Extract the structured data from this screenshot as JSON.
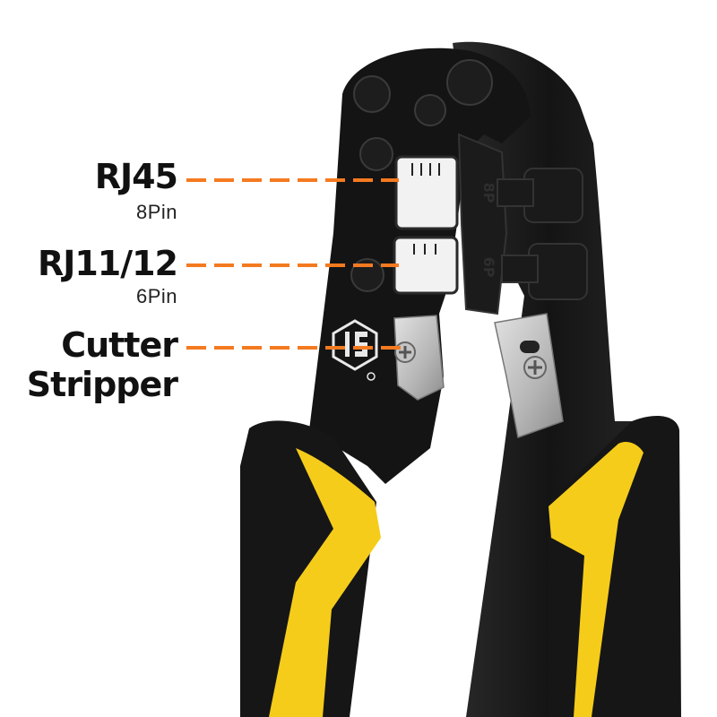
{
  "callouts": [
    {
      "title": "RJ45",
      "subtitle": "8Pin"
    },
    {
      "title": "RJ11/12",
      "subtitle": "6Pin"
    },
    {
      "title": "Cutter",
      "subtitle": "Stripper"
    }
  ],
  "die_marks": [
    "8P",
    "6P"
  ],
  "colors": {
    "background": "#ffffff",
    "tool_body": "#151515",
    "grip_yellow": "#f5cc1a",
    "grip_black": "#161616",
    "leader_orange": "#f47a20",
    "blade_steel": "#c9c9c9"
  },
  "icons": [
    "brand-logo-icon",
    "screw-icon",
    "blade-icon"
  ]
}
